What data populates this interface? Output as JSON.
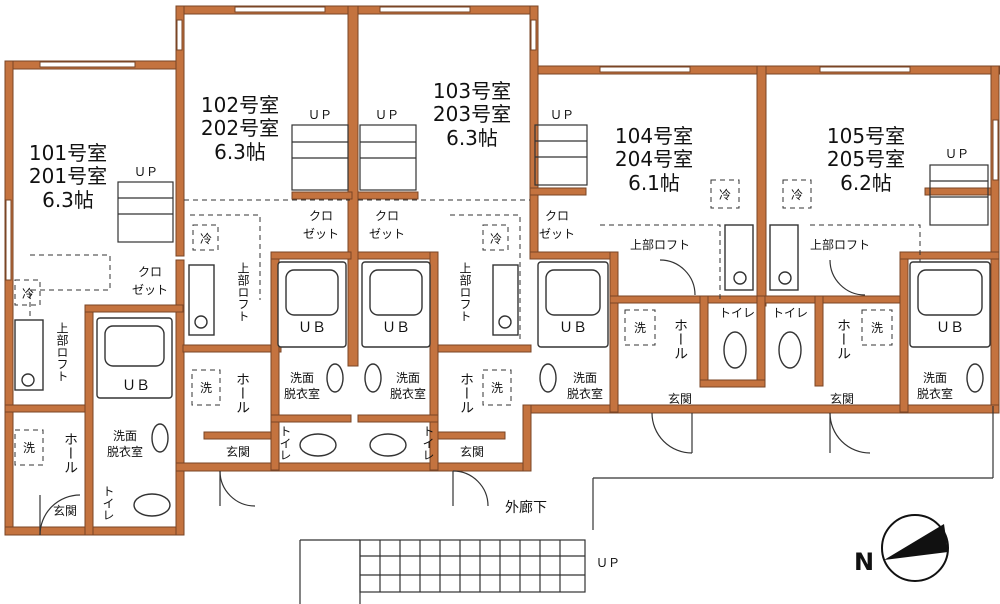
{
  "units": [
    {
      "id": "101",
      "name_lines": [
        "101号室",
        "201号室",
        "6.3帖"
      ]
    },
    {
      "id": "102",
      "name_lines": [
        "102号室",
        "202号室",
        "6.3帖"
      ]
    },
    {
      "id": "103",
      "name_lines": [
        "103号室",
        "203号室",
        "6.3帖"
      ]
    },
    {
      "id": "104",
      "name_lines": [
        "104号室",
        "204号室",
        "6.1帖"
      ]
    },
    {
      "id": "105",
      "name_lines": [
        "105号室",
        "205号室",
        "6.2帖"
      ]
    }
  ],
  "labels": {
    "ub": "ＵＢ",
    "closet": [
      "クロ",
      "ゼット"
    ],
    "washroom": [
      "洗面",
      "脱衣室"
    ],
    "toilet": "トイレ",
    "hall": "ホール",
    "entrance": "玄関",
    "loft_upper": "上部ロフト",
    "up": "ＵＰ",
    "corridor": "外廊下",
    "fridge": "冷",
    "washer": "洗",
    "north": "N"
  }
}
